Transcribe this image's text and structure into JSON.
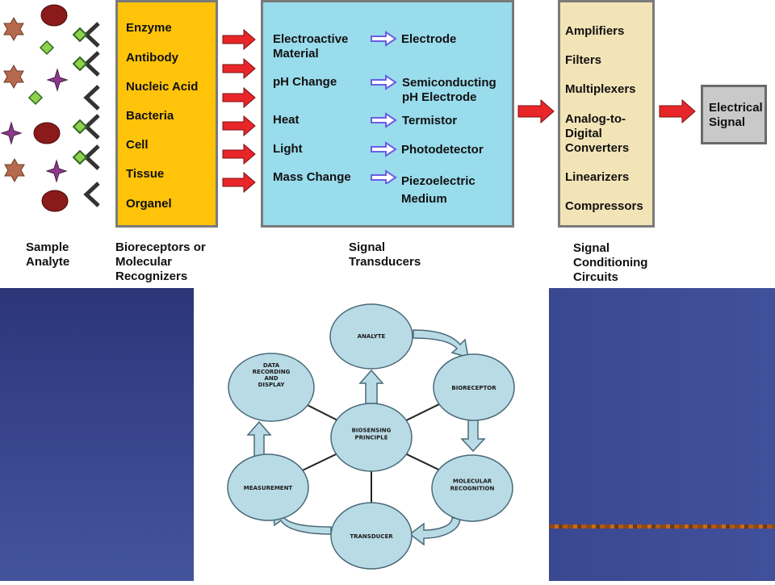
{
  "stages": {
    "analyte_caption": "Sample\nAnalyte",
    "bioreceptor_caption": "Bioreceptors or\nMolecular\nRecognizers",
    "transducer_caption": "Signal\nTransducers",
    "conditioning_caption": "Signal\nConditioning\nCircuits"
  },
  "bioreceptors": [
    "Enzyme",
    "Antibody",
    "Nucleic Acid",
    "Bacteria",
    "Cell",
    "Tissue",
    "Organel"
  ],
  "transducers": {
    "materials": [
      "Electroactive\nMaterial",
      "pH Change",
      "Heat",
      "Light",
      "Mass Change"
    ],
    "devices": [
      "Electrode",
      "Semiconducting\npH Electrode",
      "Termistor",
      "Photodetector",
      "Piezoelectric\nMedium"
    ]
  },
  "conditioning": [
    "Amplifiers",
    "Filters",
    "Multiplexers",
    "Analog-to-\nDigital\nConverters",
    "Linearizers",
    "Compressors"
  ],
  "output": "Electrical\nSignal",
  "cycle": {
    "center": "BIOSENSING\nPRINCIPLE",
    "nodes": [
      "ANALYTE",
      "BIORECEPTOR",
      "MOLECULAR\nRECOGNITION",
      "TRANSDUCER",
      "MEASUREMENT",
      "DATA\nRECORDING\nAND\nDISPLAY"
    ]
  },
  "colors": {
    "bioreceptor_box": "#ffc30a",
    "transducer_box": "#99dcec",
    "conditioning_box": "#f2e4b6",
    "output_box": "#c9c9c9",
    "red_arrow": "#e8262a",
    "blue_arrow": "#7b6cf0",
    "cycle_node": "#b9dbe6",
    "slide_background": "#3b4a94"
  }
}
